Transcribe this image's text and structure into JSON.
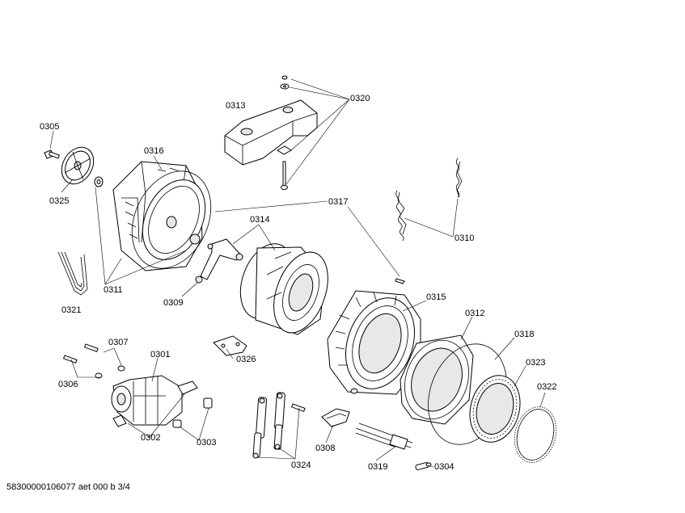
{
  "diagram": {
    "title": "Exploded parts diagram",
    "part_labels": {
      "p0305": "0305",
      "p0325": "0325",
      "p0316": "0316",
      "p0313": "0313",
      "p0320": "0320",
      "p0317": "0317",
      "p0314": "0314",
      "p0310": "0310",
      "p0311": "0311",
      "p0321": "0321",
      "p0309": "0309",
      "p0315": "0315",
      "p0312": "0312",
      "p0318": "0318",
      "p0307": "0307",
      "p0301": "0301",
      "p0326": "0326",
      "p0323": "0323",
      "p0306": "0306",
      "p0322": "0322",
      "p0302": "0302",
      "p0303": "0303",
      "p0308": "0308",
      "p0324": "0324",
      "p0319": "0319",
      "p0304": "0304"
    },
    "footer": "58300000106077 aet 000 b 3/4"
  }
}
